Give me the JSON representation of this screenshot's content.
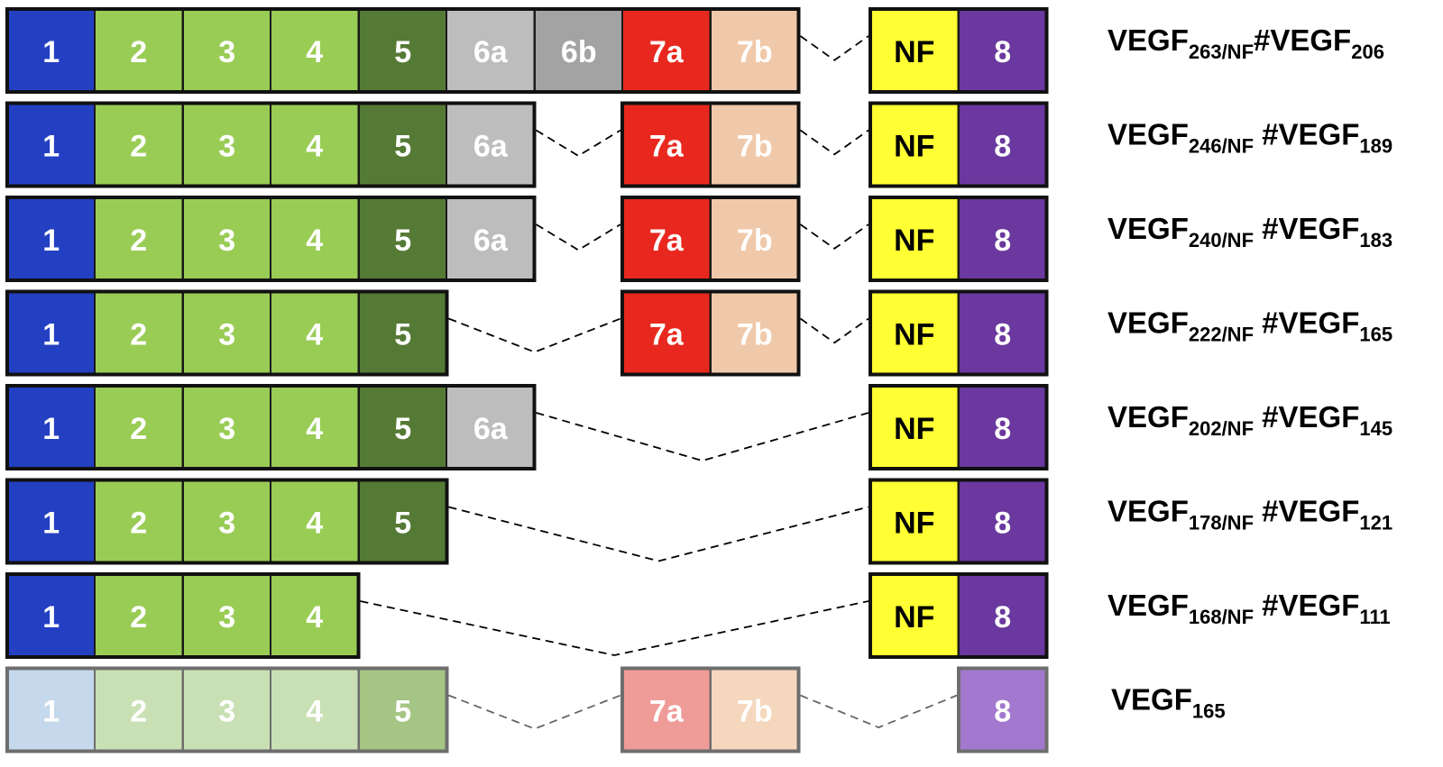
{
  "colors": {
    "1": "#2340c2",
    "2": "#99cc55",
    "3": "#99cc55",
    "4": "#99cc55",
    "5": "#557a35",
    "6a": "#bdbdbd",
    "6b": "#a3a3a3",
    "7a": "#e8281e",
    "7b": "#f0c9aa",
    "NF": "#ffff33",
    "8": "#6a389e"
  },
  "faded_colors": {
    "1": "#c5d8ec",
    "2": "#c9e0b4",
    "3": "#c9e0b4",
    "4": "#c9e0b4",
    "5": "#a5c584",
    "7a": "#ef9b98",
    "7b": "#f5d7bd",
    "8": "#a378cf"
  },
  "exon_labels": {
    "1": "1",
    "2": "2",
    "3": "3",
    "4": "4",
    "5": "5",
    "6a": "6a",
    "6b": "6b",
    "7a": "7a",
    "7b": "7b",
    "NF": "NF",
    "8": "8"
  },
  "isoforms": [
    {
      "exons": [
        "1",
        "2",
        "3",
        "4",
        "5",
        "6a",
        "6b",
        "7a",
        "7b",
        "NF",
        "8"
      ],
      "label": [
        {
          "t": "VEGF"
        },
        {
          "t": "263/NF",
          "sub": true
        },
        {
          "t": "#VEGF"
        },
        {
          "t": "206",
          "sub": true
        }
      ]
    },
    {
      "exons": [
        "1",
        "2",
        "3",
        "4",
        "5",
        "6a",
        "7a",
        "7b",
        "NF",
        "8"
      ],
      "label": [
        {
          "t": "VEGF"
        },
        {
          "t": "246/NF",
          "sub": true
        },
        {
          "t": " #VEGF"
        },
        {
          "t": "189",
          "sub": true
        }
      ]
    },
    {
      "exons": [
        "1",
        "2",
        "3",
        "4",
        "5",
        "6a",
        "7a",
        "7b",
        "NF",
        "8"
      ],
      "label": [
        {
          "t": "VEGF"
        },
        {
          "t": "240/NF",
          "sub": true
        },
        {
          "t": " #VEGF"
        },
        {
          "t": "183",
          "sub": true
        }
      ]
    },
    {
      "exons": [
        "1",
        "2",
        "3",
        "4",
        "5",
        "7a",
        "7b",
        "NF",
        "8"
      ],
      "label": [
        {
          "t": "VEGF"
        },
        {
          "t": "222/NF",
          "sub": true
        },
        {
          "t": " #VEGF"
        },
        {
          "t": "165",
          "sub": true
        }
      ]
    },
    {
      "exons": [
        "1",
        "2",
        "3",
        "4",
        "5",
        "6a",
        "NF",
        "8"
      ],
      "label": [
        {
          "t": "VEGF"
        },
        {
          "t": "202/NF",
          "sub": true
        },
        {
          "t": " #VEGF"
        },
        {
          "t": "145",
          "sub": true
        }
      ]
    },
    {
      "exons": [
        "1",
        "2",
        "3",
        "4",
        "5",
        "NF",
        "8"
      ],
      "label": [
        {
          "t": "VEGF"
        },
        {
          "t": "178/NF",
          "sub": true
        },
        {
          "t": " #VEGF"
        },
        {
          "t": "121",
          "sub": true
        }
      ]
    },
    {
      "exons": [
        "1",
        "2",
        "3",
        "4",
        "NF",
        "8"
      ],
      "label": [
        {
          "t": "VEGF"
        },
        {
          "t": "168/NF",
          "sub": true
        },
        {
          "t": " #VEGF"
        },
        {
          "t": "111",
          "sub": true
        }
      ]
    },
    {
      "exons": [
        "1",
        "2",
        "3",
        "4",
        "5",
        "7a",
        "7b",
        "8"
      ],
      "faded": true,
      "label": [
        {
          "t": "VEGF"
        },
        {
          "t": "165",
          "sub": true
        }
      ]
    }
  ]
}
